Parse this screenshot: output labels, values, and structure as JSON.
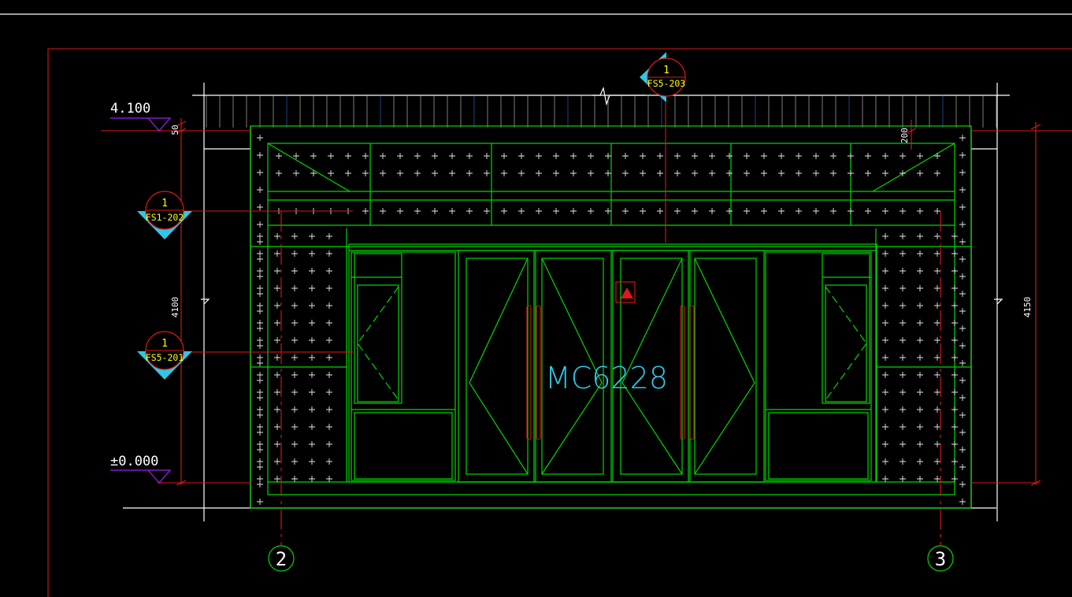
{
  "drawing": {
    "door_tag": "MC6228",
    "level_top": "4.100",
    "level_ground": "±0.000",
    "dim_left_small": "50",
    "dim_left_total": "4100",
    "dim_right_small": "200",
    "dim_right_total": "4150",
    "callouts": [
      {
        "number": "1",
        "sheet": "FS5-203"
      },
      {
        "number": "1",
        "sheet": "FS1-202"
      },
      {
        "number": "1",
        "sheet": "FS5-201"
      }
    ],
    "axes": [
      {
        "label": "2"
      },
      {
        "label": "3"
      }
    ]
  },
  "colors": {
    "background": "#000000",
    "geometry": "#00d800",
    "annotation": "#e01818",
    "text_tag": "#2ec8e6",
    "text_dim": "#ffffff",
    "text_callout": "#ffff00",
    "marker": "#2ec8e6",
    "level_marker": "#a020f0"
  }
}
